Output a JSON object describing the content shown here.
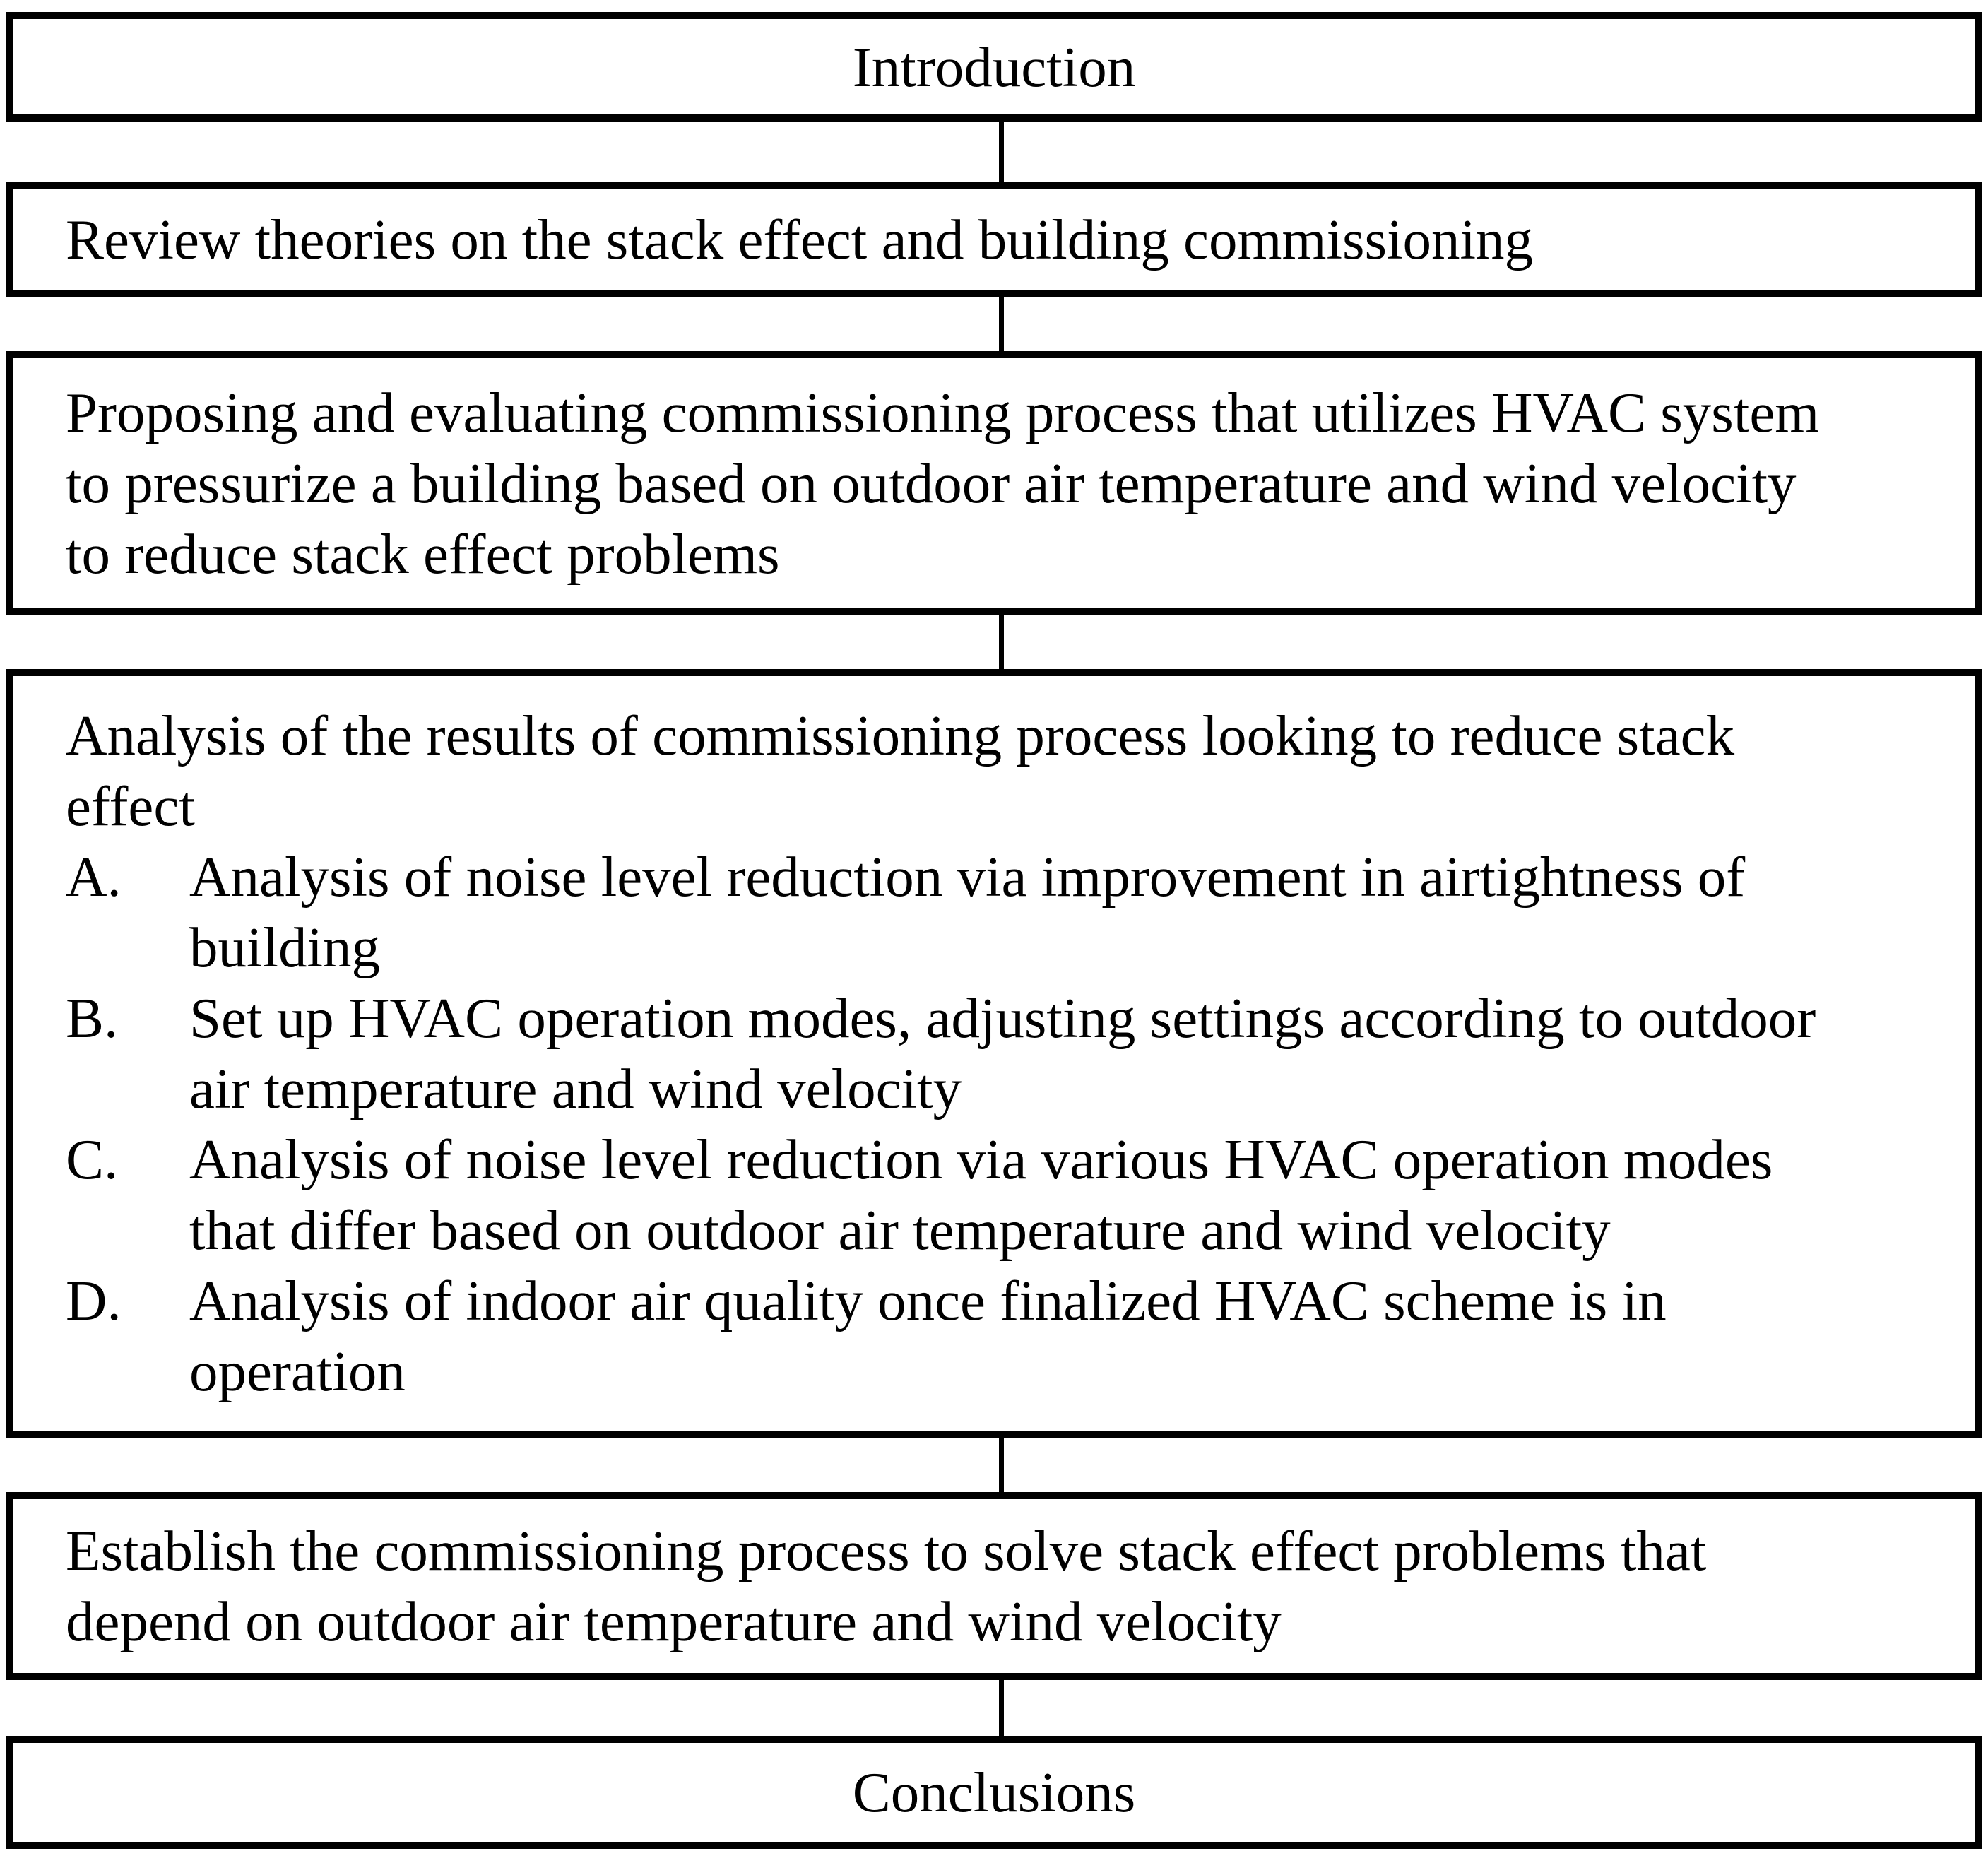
{
  "flowchart": {
    "background": "#ffffff",
    "border_color": "#000000",
    "text_color": "#000000",
    "boxes": {
      "introduction": {
        "title": "Introduction"
      },
      "review": {
        "lines": [
          "Review theories on the stack effect and building commissioning"
        ]
      },
      "proposing": {
        "lines": [
          "Proposing and evaluating commissioning process that utilizes HVAC system",
          "to pressurize a building based on outdoor air temperature and wind velocity",
          "to reduce stack effect problems"
        ]
      },
      "analysis": {
        "lines": [
          "Analysis of the results of commissioning process looking to reduce stack",
          "effect"
        ],
        "items": [
          {
            "label": "A.",
            "lines": [
              "Analysis of noise level reduction via improvement in airtightness of",
              "building"
            ]
          },
          {
            "label": "B.",
            "lines": [
              "Set up HVAC operation modes, adjusting settings according to outdoor",
              "air temperature and wind velocity"
            ]
          },
          {
            "label": "C.",
            "lines": [
              "Analysis of noise level reduction via various HVAC operation modes",
              "that differ based on outdoor air temperature and wind velocity"
            ]
          },
          {
            "label": "D.",
            "lines": [
              "Analysis of indoor air quality once finalized HVAC scheme is in",
              "operation"
            ]
          }
        ]
      },
      "establish": {
        "lines": [
          "Establish the commissioning process to solve stack effect problems that",
          "depend on outdoor air temperature and wind velocity"
        ]
      },
      "conclusions": {
        "title": "Conclusions"
      }
    }
  }
}
